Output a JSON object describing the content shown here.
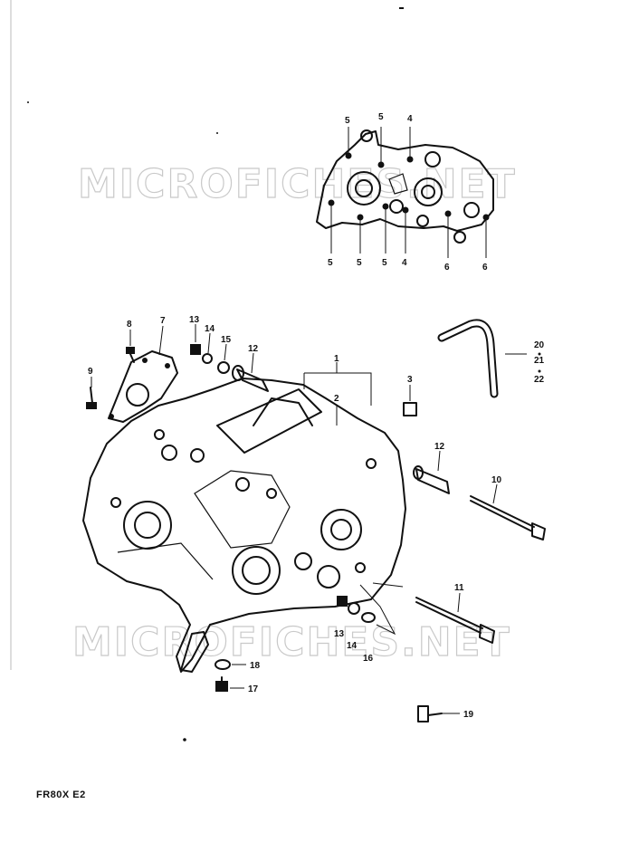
{
  "watermark": {
    "top": "MICROFICHES.NET",
    "bottom": "MICROFICHES.NET"
  },
  "model_label": "FR80X E2",
  "callouts": {
    "top_5a": "5",
    "top_5b": "5",
    "top_4a": "4",
    "bot_5a": "5",
    "bot_5b": "5",
    "bot_5c": "5",
    "bot_4": "4",
    "bot_6a": "6",
    "bot_6b": "6",
    "p1": "1",
    "p2": "2",
    "p3": "3",
    "p7": "7",
    "p8": "8",
    "p9": "9",
    "p10": "10",
    "p11": "11",
    "p12a": "12",
    "p12b": "12",
    "p13a": "13",
    "p13b": "13",
    "p14a": "14",
    "p14b": "14",
    "p15": "15",
    "p16": "16",
    "p17": "17",
    "p18": "18",
    "p19": "19",
    "p20": "20",
    "p21": "21",
    "p22": "22"
  }
}
